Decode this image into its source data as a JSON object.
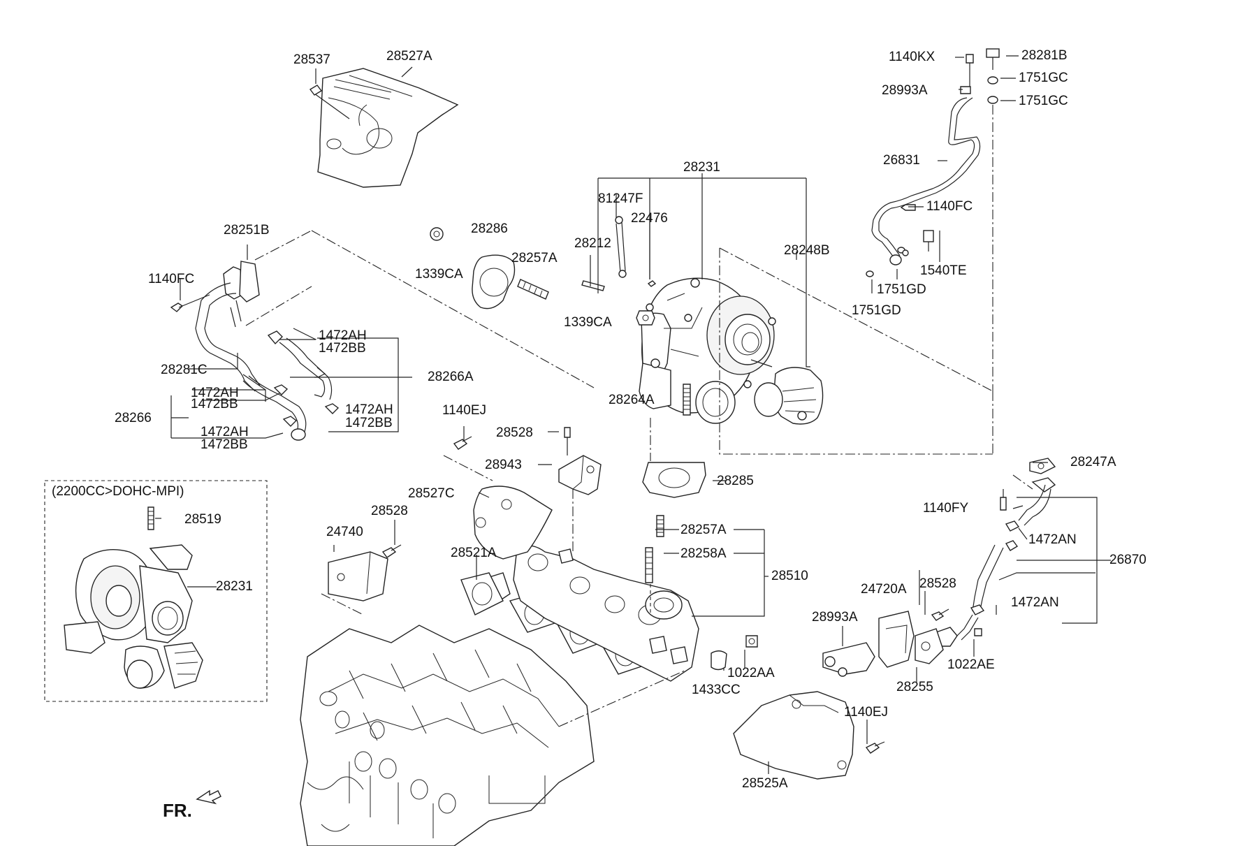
{
  "labels": {
    "p28537": "28537",
    "p28527A": "28527A",
    "p1140KX": "1140KX",
    "p28281B": "28281B",
    "p1751GC_1": "1751GC",
    "p28993A_top": "28993A",
    "p1751GC_2": "1751GC",
    "p28231_top": "28231",
    "p26831": "26831",
    "p81247F": "81247F",
    "p22476": "22476",
    "p1140FC_right": "1140FC",
    "p28251B": "28251B",
    "p28286": "28286",
    "p28212": "28212",
    "p28248B": "28248B",
    "p1540TE": "1540TE",
    "p1140FC_left": "1140FC",
    "p1339CA_1": "1339CA",
    "p28257A_top": "28257A",
    "p1751GD_1": "1751GD",
    "p1751GD_2": "1751GD",
    "p1339CA_2": "1339CA",
    "p1472AH_1": "1472AH",
    "p1472BB_1": "1472BB",
    "p28281C": "28281C",
    "p28266A": "28266A",
    "p1472AH_2": "1472AH",
    "p1472BB_2": "1472BB",
    "p28264A": "28264A",
    "p28266": "28266",
    "p1472AH_3": "1472AH",
    "p1472BB_3": "1472BB",
    "p1140EJ_1": "1140EJ",
    "p1472AH_4": "1472AH",
    "p1472BB_4": "1472BB",
    "p28528_1": "28528",
    "p28943": "28943",
    "p28247A": "28247A",
    "p28285": "28285",
    "p2200cc": "(2200CC>DOHC-MPI)",
    "p28527C": "28527C",
    "p1140FY": "1140FY",
    "p28519": "28519",
    "p28528_2": "28528",
    "p28257A_mid": "28257A",
    "p1472AN_1": "1472AN",
    "p24740": "24740",
    "p28258A": "28258A",
    "p28521A": "28521A",
    "p26870": "26870",
    "p28510": "28510",
    "p28231_inset": "28231",
    "p24720A": "24720A",
    "p28528_3": "28528",
    "p1472AN_2": "1472AN",
    "p28993A_low": "28993A",
    "p1022AA": "1022AA",
    "p1022AE": "1022AE",
    "p1433CC": "1433CC",
    "p28255": "28255",
    "p1140EJ_2": "1140EJ",
    "p28525A": "28525A",
    "fr": "FR."
  }
}
